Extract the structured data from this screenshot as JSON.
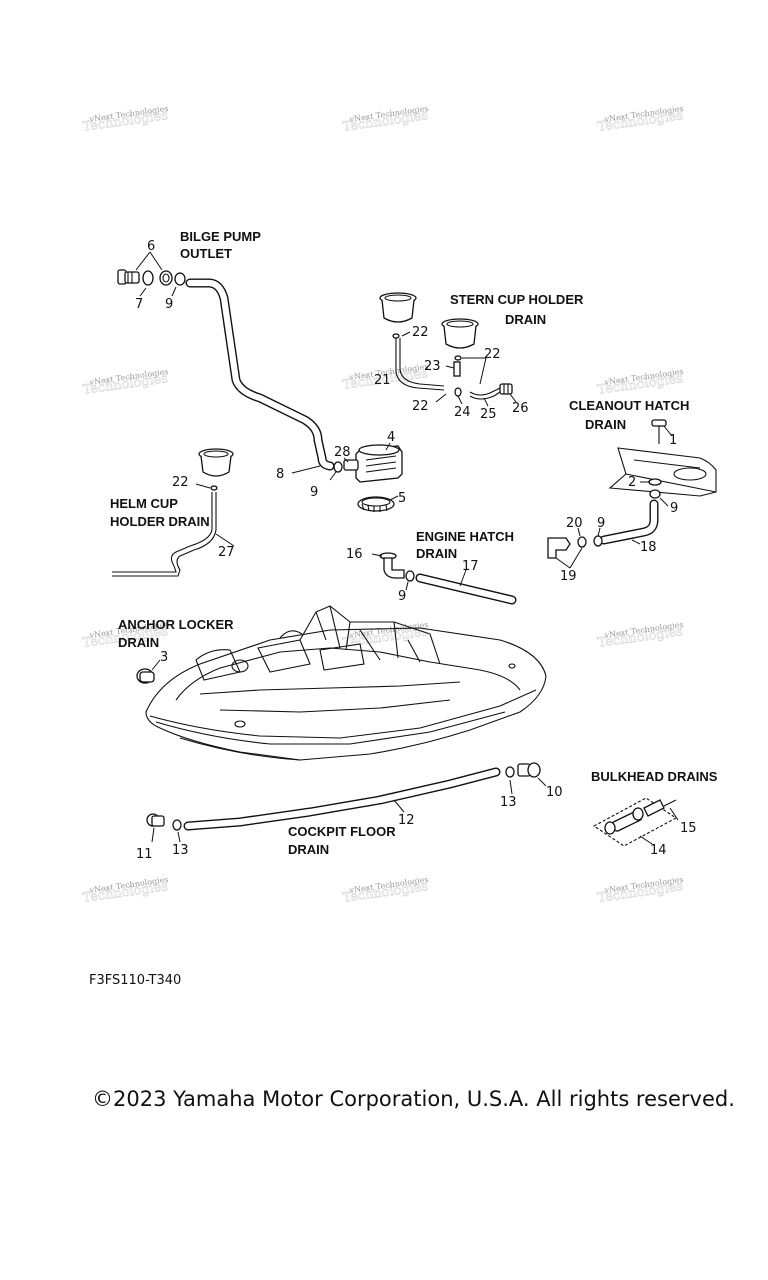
{
  "watermark_text": "vNext Technologies",
  "labels": {
    "bilge_pump_outlet_1": "BILGE PUMP",
    "bilge_pump_outlet_2": "OUTLET",
    "stern_cup_holder_1": "STERN CUP HOLDER",
    "stern_cup_holder_2": "DRAIN",
    "cleanout_hatch_1": "CLEANOUT HATCH",
    "cleanout_hatch_2": "DRAIN",
    "helm_cup_1": "HELM CUP",
    "helm_cup_2": "HOLDER DRAIN",
    "engine_hatch_1": "ENGINE  HATCH",
    "engine_hatch_2": "DRAIN",
    "anchor_locker_1": "ANCHOR LOCKER",
    "anchor_locker_2": "DRAIN",
    "bulkhead_drains": "BULKHEAD DRAINS",
    "cockpit_floor_1": "COCKPIT FLOOR",
    "cockpit_floor_2": "DRAIN"
  },
  "callouts": {
    "c1": "1",
    "c2": "2",
    "c3": "3",
    "c4": "4",
    "c5": "5",
    "c6": "6",
    "c7": "7",
    "c8": "8",
    "c9a": "9",
    "c9b": "9",
    "c9c": "9",
    "c9d": "9",
    "c9e": "9",
    "c10": "10",
    "c11": "11",
    "c12": "12",
    "c13a": "13",
    "c13b": "13",
    "c14": "14",
    "c15": "15",
    "c16": "16",
    "c17": "17",
    "c18": "18",
    "c19": "19",
    "c20": "20",
    "c22a": "22",
    "c22b": "22",
    "c22c": "22",
    "c22d": "22",
    "c23": "23",
    "c24": "24",
    "c25": "25",
    "c26": "26",
    "c27": "27",
    "c28": "28",
    "c21": "21"
  },
  "diagram_code": "F3FS110-T340",
  "copyright": "©2023 Yamaha Motor Corporation, U.S.A. All rights reserved."
}
